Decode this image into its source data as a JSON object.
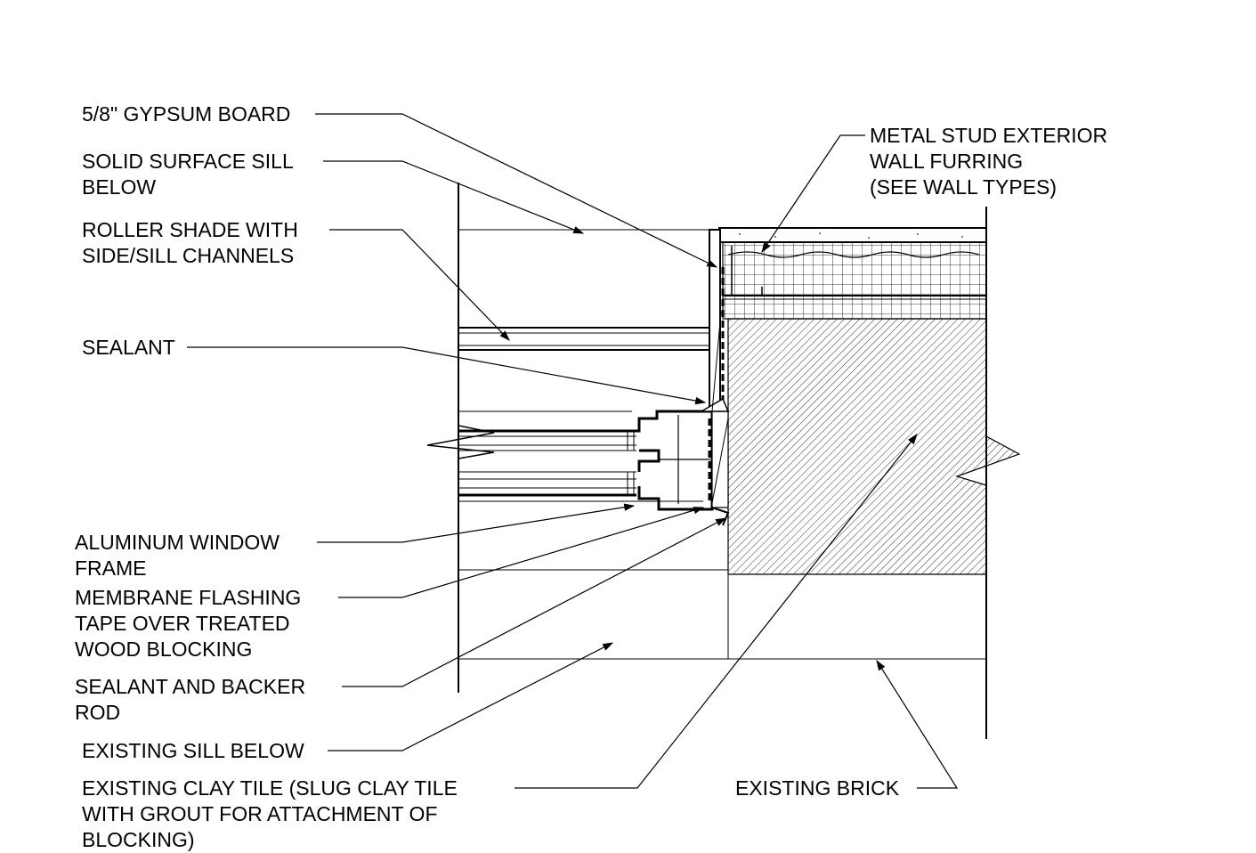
{
  "labels": {
    "gypsum": [
      "5/8\" GYPSUM BOARD"
    ],
    "sill": [
      "SOLID SURFACE SILL",
      "BELOW"
    ],
    "shade": [
      "ROLLER SHADE WITH",
      "SIDE/SILL CHANNELS"
    ],
    "sealant": [
      "SEALANT"
    ],
    "frame": [
      "ALUMINUM WINDOW",
      "FRAME"
    ],
    "membrane": [
      "MEMBRANE FLASHING",
      "TAPE OVER TREATED",
      "WOOD BLOCKING"
    ],
    "backer": [
      "SEALANT AND BACKER",
      "ROD"
    ],
    "ex_sill": [
      "EXISTING SILL BELOW"
    ],
    "clay": [
      "EXISTING CLAY TILE (SLUG CLAY TILE",
      "WITH GROUT FOR ATTACHMENT OF",
      "BLOCKING)"
    ],
    "stud": [
      "METAL STUD EXTERIOR",
      "WALL FURRING",
      "(SEE WALL TYPES)"
    ],
    "brick": [
      "EXISTING BRICK"
    ]
  },
  "colors": {
    "line": "#000000",
    "background": "#ffffff"
  }
}
